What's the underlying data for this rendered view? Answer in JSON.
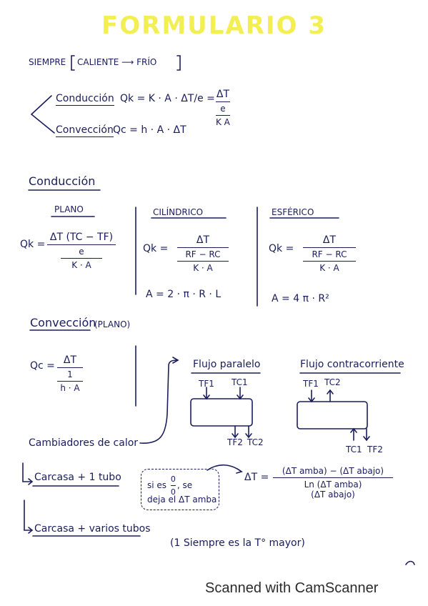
{
  "title": "FORMULARIO 3",
  "intro": {
    "siempre": "SIEMPRE",
    "caliente_frio": "CALIENTE ⟶ FRÍO",
    "conduccion_label": "Conducción",
    "conduccion_eq": "Qk = K · A · ΔT/e =",
    "conduccion_num": "ΔT",
    "conduccion_den_top": "e",
    "conduccion_den_bot": "K A",
    "conveccion_label": "Convección",
    "conveccion_eq": "Qc = h · A · ΔT"
  },
  "conduccion_section": {
    "heading": "Conducción",
    "plano": {
      "label": "PLANO",
      "lhs": "Qk =",
      "num": "ΔT (TC − TF)",
      "den_top": "e",
      "den_bot": "K · A"
    },
    "cilindrico": {
      "label": "CILÍNDRICO",
      "lhs": "Qk =",
      "num": "ΔT",
      "den_top": "RF − RC",
      "den_bot": "K · A",
      "area": "A = 2 · π · R · L"
    },
    "esferico": {
      "label": "ESFÉRICO",
      "lhs": "Qk =",
      "num": "ΔT",
      "den_top": "RF − RC",
      "den_bot": "K · A",
      "area": "A = 4 π · R²"
    }
  },
  "conveccion_section": {
    "heading": "Convección",
    "plano_tag": "(PLANO)",
    "lhs": "Qc =",
    "num": "ΔT",
    "den_top": "1",
    "den_bot": "h · A"
  },
  "intercambiadores": {
    "label": "Cambiadores de calor",
    "paralelo": {
      "title": "Flujo paralelo",
      "tf1": "TF1",
      "tc1": "TC1",
      "tf2": "TF2",
      "tc2": "TC2"
    },
    "contracorriente": {
      "title": "Flujo contracorriente",
      "tf1": "TF1",
      "tc2": "TC2",
      "tc1": "TC1",
      "tf2": "TF2"
    },
    "carcasa1": "Carcasa + 1 tubo",
    "carcasa_varios": "Carcasa + varios tubos",
    "note_line1": "si es",
    "note_frac_num": "0",
    "note_frac_den": "0",
    "note_line1_end": ", se",
    "note_line2": "deja el ΔT amba",
    "lmtd_lhs": "ΔT =",
    "lmtd_num": "(ΔT amba) − (ΔT abajo)",
    "lmtd_den_top": "Ln (ΔT amba)",
    "lmtd_den_bot": "(ΔT abajo)",
    "siempre_note": "(1 Siempre es la T° mayor)"
  },
  "footer": "Scanned with CamScanner"
}
